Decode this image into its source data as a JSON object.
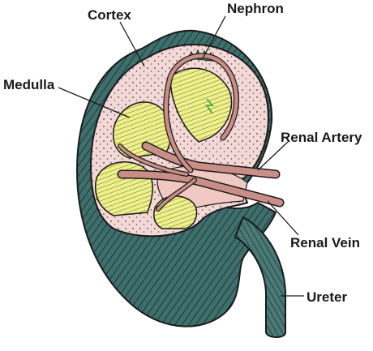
{
  "labels": {
    "cortex": "Cortex",
    "nephron": "Nephron",
    "medulla": "Medulla",
    "renal_artery": "Renal Artery",
    "renal_vein": "Renal Vein",
    "ureter": "Ureter"
  },
  "colors": {
    "cortex": "#f2d8d6",
    "medulla": "#eef08a",
    "vessel": "#c98f86",
    "pelvis": "#f0c8c4",
    "capsule": "#3f6f6c",
    "ink": "#1a1a1a",
    "background": "#ffffff"
  }
}
